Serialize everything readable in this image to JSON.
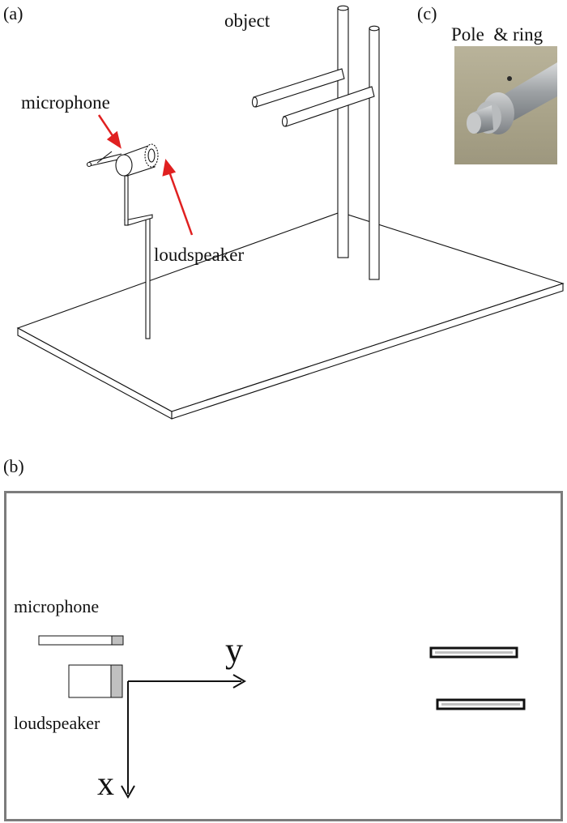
{
  "panels": {
    "a": {
      "tag": "(a)",
      "object_label": "object",
      "microphone_label": "microphone",
      "loudspeaker_label": "loudspeaker",
      "arrow_color": "#e02020"
    },
    "b": {
      "tag": "(b)",
      "microphone_label": "microphone",
      "loudspeaker_label": "loudspeaker",
      "axis_y_label": "y",
      "axis_x_label": "x",
      "frame_color": "#7c7c7c",
      "fill_gray": "#c0c0c0"
    },
    "c": {
      "tag": "(c)",
      "caption": "Pole  & ring"
    }
  }
}
